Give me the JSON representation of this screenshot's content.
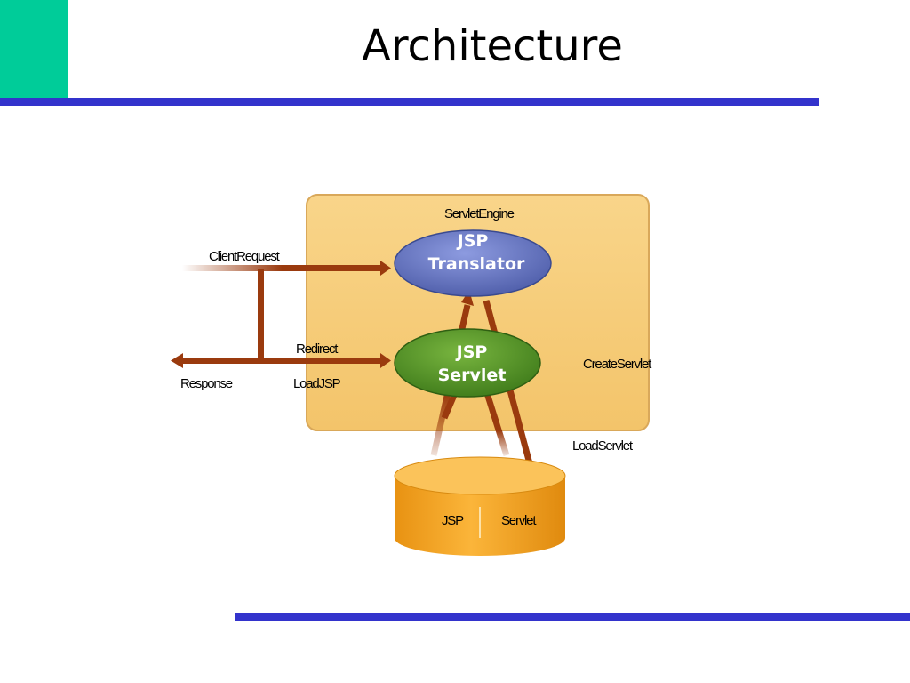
{
  "slide": {
    "title": "Architecture"
  },
  "diagram": {
    "engine_label": "ServletEngine",
    "translator": {
      "line1": "JSP",
      "line2": "Translator"
    },
    "servlet": {
      "line1": "JSP",
      "line2": "Servlet"
    },
    "storage": {
      "left": "JSP",
      "right": "Servlet"
    },
    "labels": {
      "client_request": "ClientRequest",
      "redirect": "Redirect",
      "response": "Response",
      "load_jsp": "LoadJSP",
      "create_servlet": "CreateServlet",
      "load_servlet": "LoadServlet"
    },
    "colors": {
      "engine_fill": "#f7cf7e",
      "translator_fill": "#6f7fc8",
      "servlet_fill": "#5c9a2c",
      "storage_fill": "#f5a623",
      "arrow": "#9a3a0e"
    }
  }
}
